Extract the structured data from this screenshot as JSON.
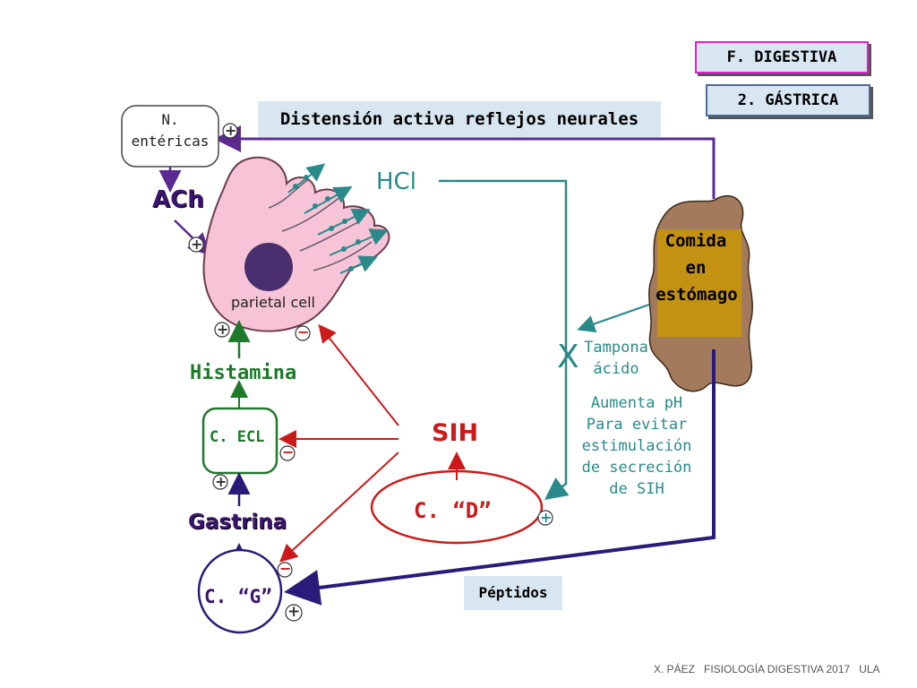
{
  "badges": {
    "section": "F. DIGESTIVA",
    "subsection": "2. GÁSTRICA"
  },
  "banner": "Distensión activa reflejos neurales",
  "nodes": {
    "enteric_line1": "N.",
    "enteric_line2": "entéricas",
    "ach": "ACh",
    "parietal_cell": "parietal cell",
    "hcl": "HCl",
    "histamina": "Histamina",
    "ecl": "C. ECL",
    "gastrina": "Gastrina",
    "g_cell": "C. “G”",
    "sih": "SIH",
    "d_cell": "C. “D”",
    "food_line1": "Comida",
    "food_line2": "en",
    "food_line3": "estómago",
    "x_mark": "X",
    "buffer_line1": "Tampona",
    "buffer_line2": "ácido",
    "ph_line1": "Aumenta pH",
    "ph_line2": "Para evitar",
    "ph_line3": "estimulación",
    "ph_line4": "de secreción",
    "ph_line5": "de SIH",
    "peptidos": "Péptidos"
  },
  "signs": {
    "plus": "+",
    "minus": "−"
  },
  "footer": "X. PÁEZ   FISIOLOGÍA DIGESTIVA 2017   ULA",
  "colors": {
    "navy": "#2a1a7a",
    "purple": "#5a2a90",
    "green": "#1d7a2a",
    "red": "#cc1a1a",
    "teal": "#2a8a8a",
    "pink_cell": "#f6c4d6",
    "nucleus": "#4a2f6e",
    "food": "#c49212",
    "food_splash": "#a47a5c",
    "badge_bg": "#d8e6f2",
    "badge_border": "#e020d0"
  }
}
